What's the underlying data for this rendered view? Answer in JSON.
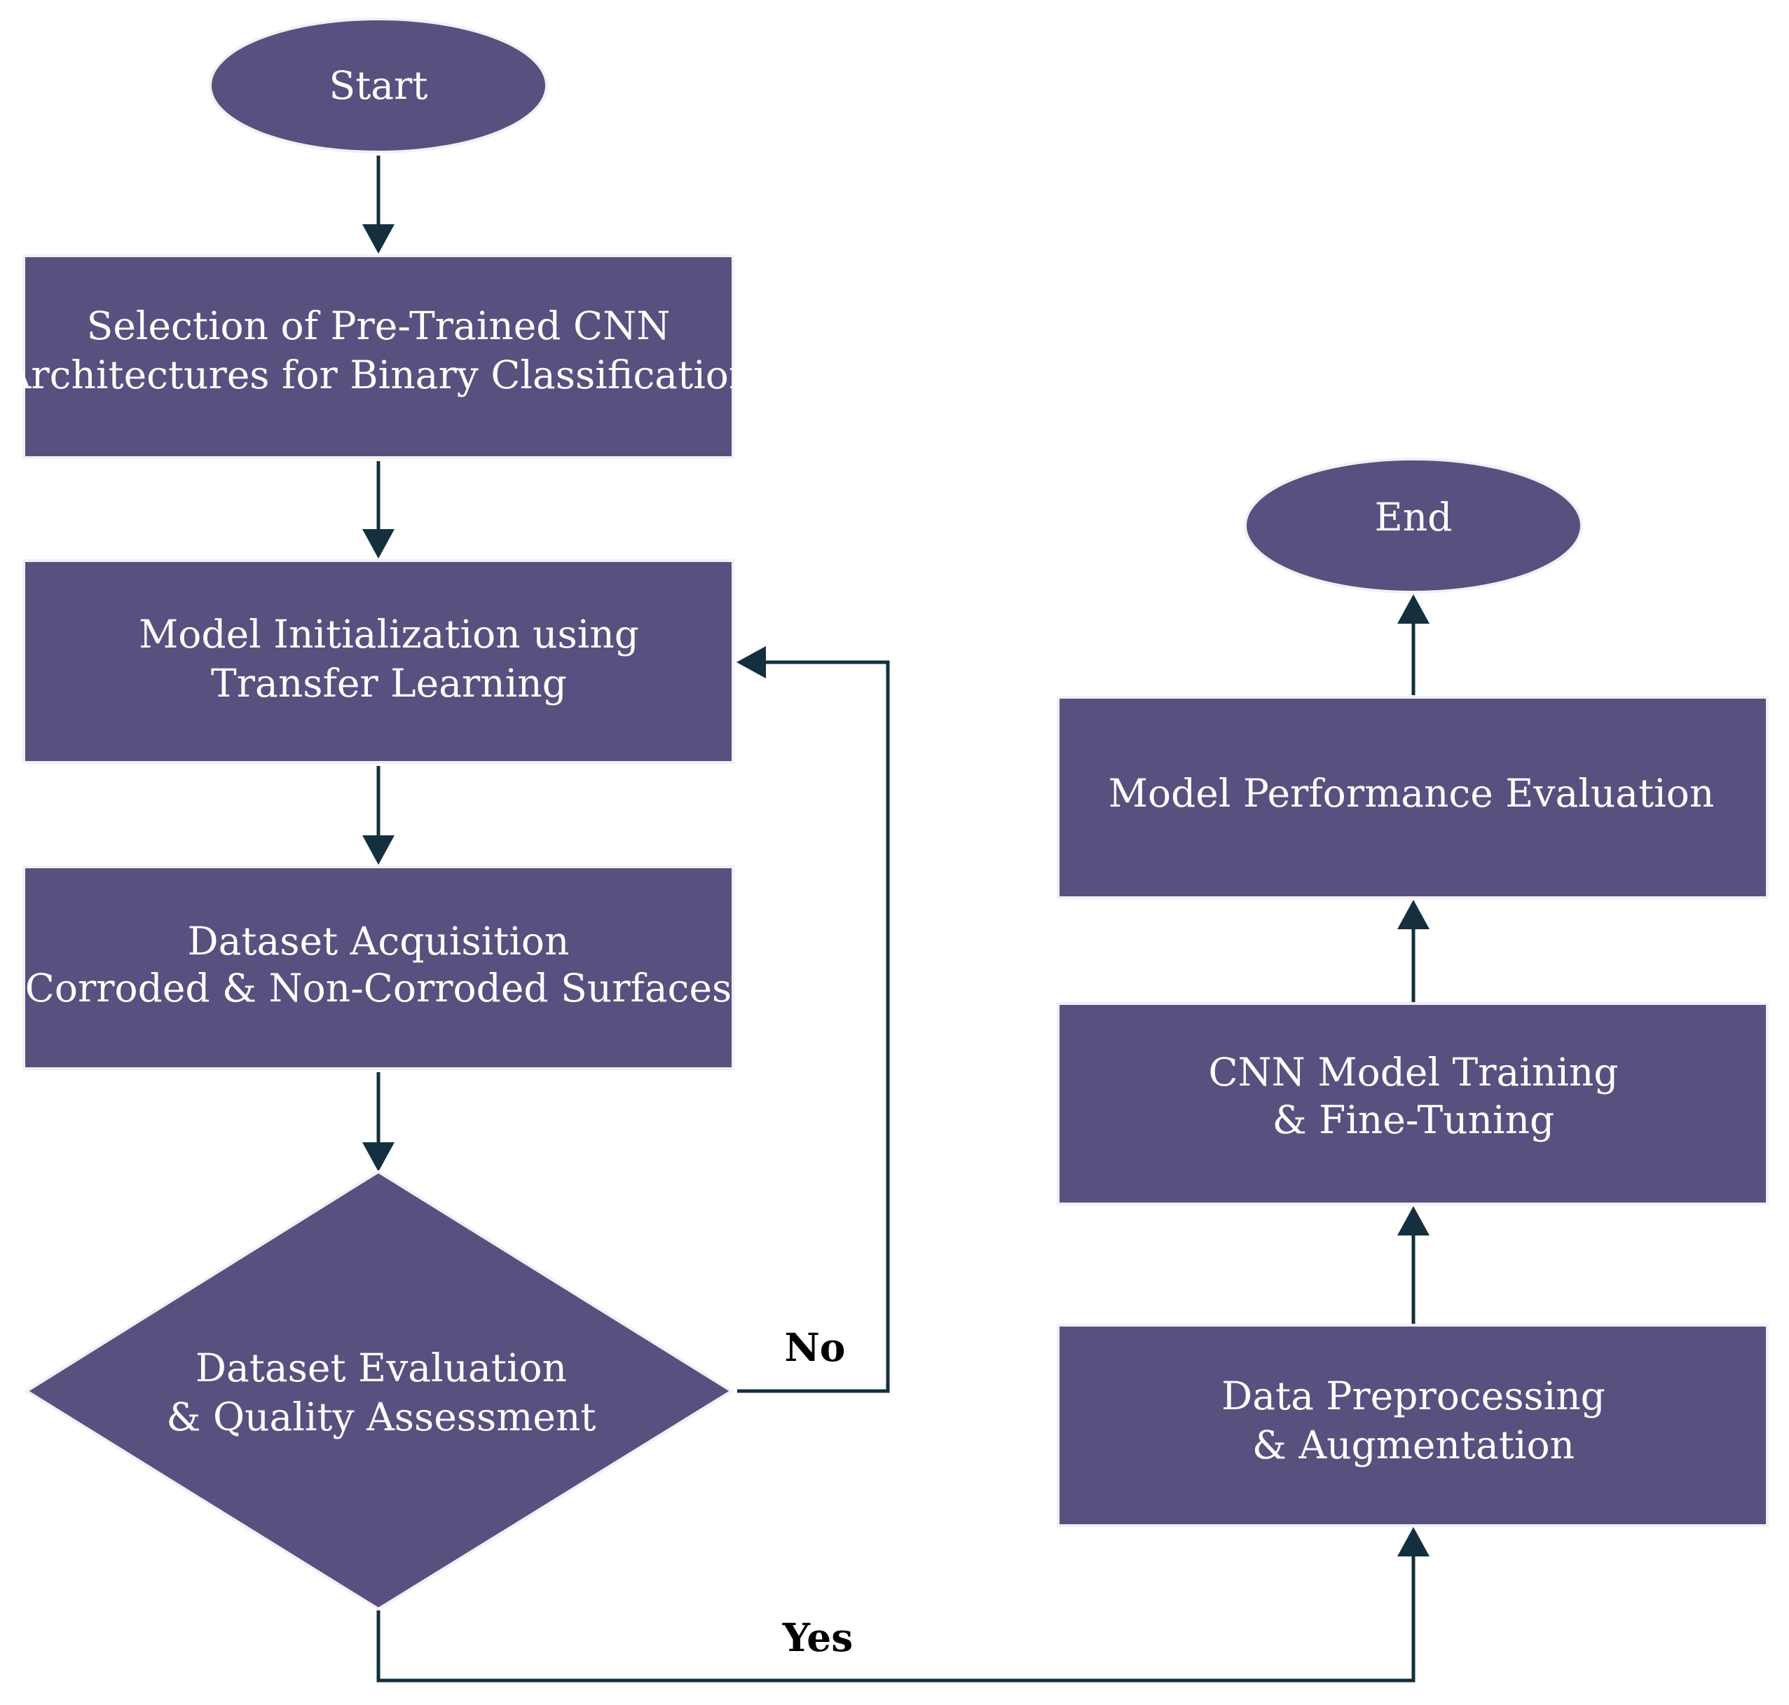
{
  "colors": {
    "node_fill": "#58507f",
    "node_text": "#ffffff",
    "edge": "#14303f",
    "label": "#000000"
  },
  "nodes": {
    "start": {
      "shape": "ellipse",
      "lines": [
        "Start"
      ]
    },
    "selection": {
      "shape": "rectangle",
      "lines": [
        "Selection of Pre-Trained CNN",
        "Architectures for Binary Classification"
      ]
    },
    "init": {
      "shape": "rectangle",
      "lines": [
        "Model Initialization using",
        "Transfer Learning"
      ]
    },
    "acquisition": {
      "shape": "rectangle",
      "lines": [
        "Dataset Acquisition",
        "(Corroded & Non-Corroded Surfaces)"
      ]
    },
    "evaluation": {
      "shape": "diamond",
      "lines": [
        "Dataset Evaluation",
        "& Quality Assessment"
      ]
    },
    "preprocessing": {
      "shape": "rectangle",
      "lines": [
        "Data Preprocessing",
        "& Augmentation"
      ]
    },
    "training": {
      "shape": "rectangle",
      "lines": [
        "CNN Model Training",
        "& Fine-Tuning"
      ]
    },
    "performance": {
      "shape": "rectangle",
      "lines": [
        "Model Performance Evaluation"
      ]
    },
    "end": {
      "shape": "ellipse",
      "lines": [
        "End"
      ]
    }
  },
  "edges": [
    {
      "from": "start",
      "to": "selection",
      "label": ""
    },
    {
      "from": "selection",
      "to": "init",
      "label": ""
    },
    {
      "from": "init",
      "to": "acquisition",
      "label": ""
    },
    {
      "from": "acquisition",
      "to": "evaluation",
      "label": ""
    },
    {
      "from": "evaluation",
      "to": "init",
      "label": "No"
    },
    {
      "from": "evaluation",
      "to": "preprocessing",
      "label": "Yes"
    },
    {
      "from": "preprocessing",
      "to": "training",
      "label": ""
    },
    {
      "from": "training",
      "to": "performance",
      "label": ""
    },
    {
      "from": "performance",
      "to": "end",
      "label": ""
    }
  ]
}
